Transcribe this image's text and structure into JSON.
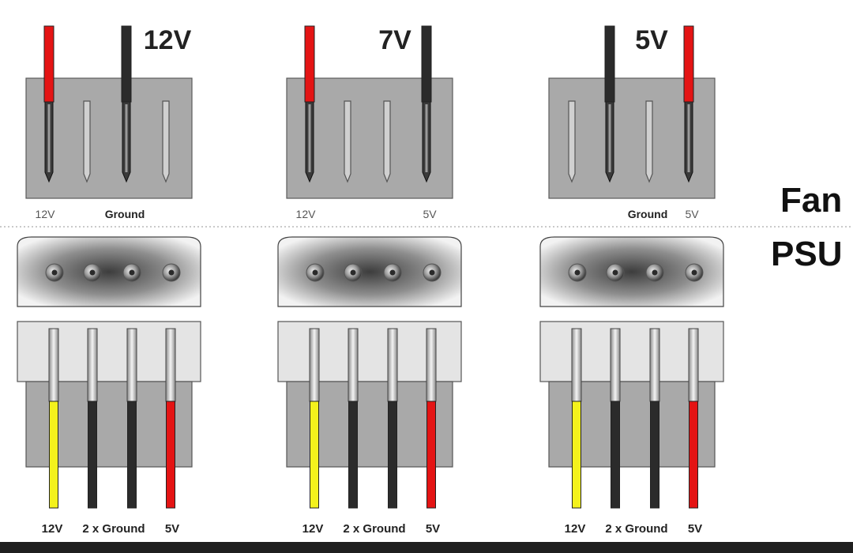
{
  "side_labels": {
    "fan": "Fan",
    "psu": "PSU"
  },
  "colors": {
    "red": "#e41414",
    "black": "#2b2b2b",
    "yellow": "#f4f21c",
    "housing": "#a9a9a9",
    "cap": "#e4e4e4"
  },
  "configs": [
    {
      "voltage": "12V",
      "fan_wires": [
        "red",
        "none",
        "black",
        "none"
      ],
      "fan_labels": [
        "12V",
        "Ground",
        "",
        ""
      ],
      "psu_wires": [
        "yellow",
        "black",
        "black",
        "red"
      ],
      "psu_labels": [
        "12V",
        "2 x Ground",
        "5V"
      ]
    },
    {
      "voltage": "7V",
      "fan_wires": [
        "red",
        "none",
        "none",
        "black"
      ],
      "fan_labels": [
        "12V",
        "",
        "",
        "5V"
      ],
      "psu_wires": [
        "yellow",
        "black",
        "black",
        "red"
      ],
      "psu_labels": [
        "12V",
        "2 x Ground",
        "5V"
      ]
    },
    {
      "voltage": "5V",
      "fan_wires": [
        "none",
        "black",
        "none",
        "red"
      ],
      "fan_labels": [
        "",
        "Ground",
        "",
        "5V"
      ],
      "psu_wires": [
        "yellow",
        "black",
        "black",
        "red"
      ],
      "psu_labels": [
        "12V",
        "2 x Ground",
        "5V"
      ]
    }
  ]
}
